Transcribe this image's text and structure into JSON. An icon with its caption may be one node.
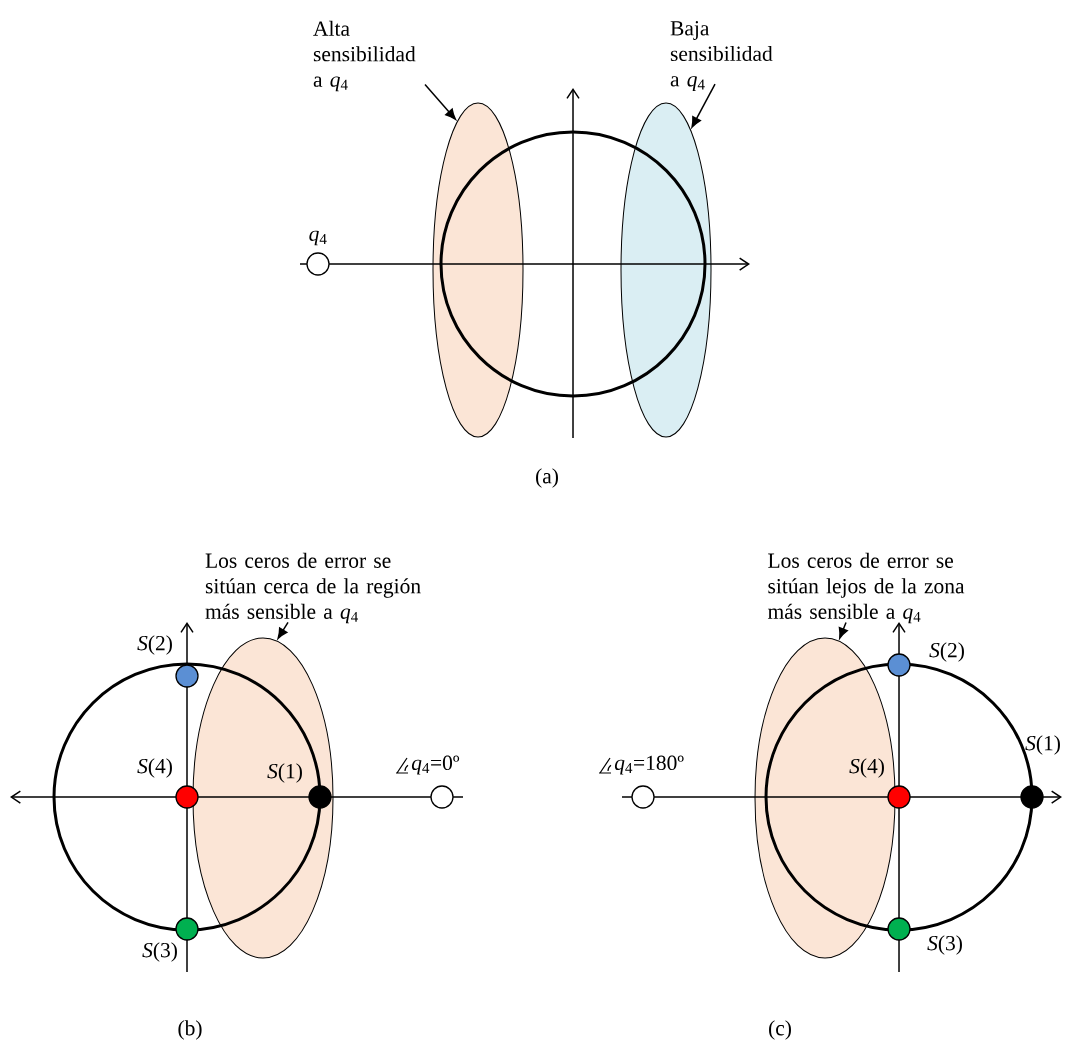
{
  "diagram": {
    "nodes": [
      {
        "text": [
          "Alta sensibilidad a *q*$_{4}$"
        ]
      },
      {
        "text": [],
        "shape": "ellipse"
      },
      {
        "text": [
          "Baja sensibilidad a *q*$_{4}$"
        ]
      },
      {
        "text": [],
        "shape": "ellipse"
      },
      {
        "text": [
          "Los ceros de error se sitúan cerca de la región más sensible a *q*$_{4}$"
        ]
      },
      {
        "text": [],
        "shape": "ellipse"
      },
      {
        "text": [
          "Los ceros de error se sitúan lejos de la zona más sensible a *q*$_{4}$"
        ]
      },
      {
        "text": [],
        "shape": "ellipse"
      }
    ],
    "edges": [
      {
        "from": 0,
        "to": 1,
        "arrow": "to"
      },
      {
        "from": 2,
        "to": 3,
        "arrow": "to"
      },
      {
        "from": 4,
        "to": 5,
        "arrow": "to"
      },
      {
        "from": 6,
        "to": 7,
        "arrow": "to"
      }
    ],
    "labels": [
      "*q*$_{4}$",
      "(a)",
      "*S*(2)",
      "*S*(4)",
      "*S*(1)",
      "*q*$_{4}$=0º",
      "*S*(3)",
      "(b)",
      "*q*$_{4}$=180º",
      "*S*(2)",
      "*S*(4)",
      "*S*(1)",
      "*S*(3)",
      "(c)"
    ]
  }
}
